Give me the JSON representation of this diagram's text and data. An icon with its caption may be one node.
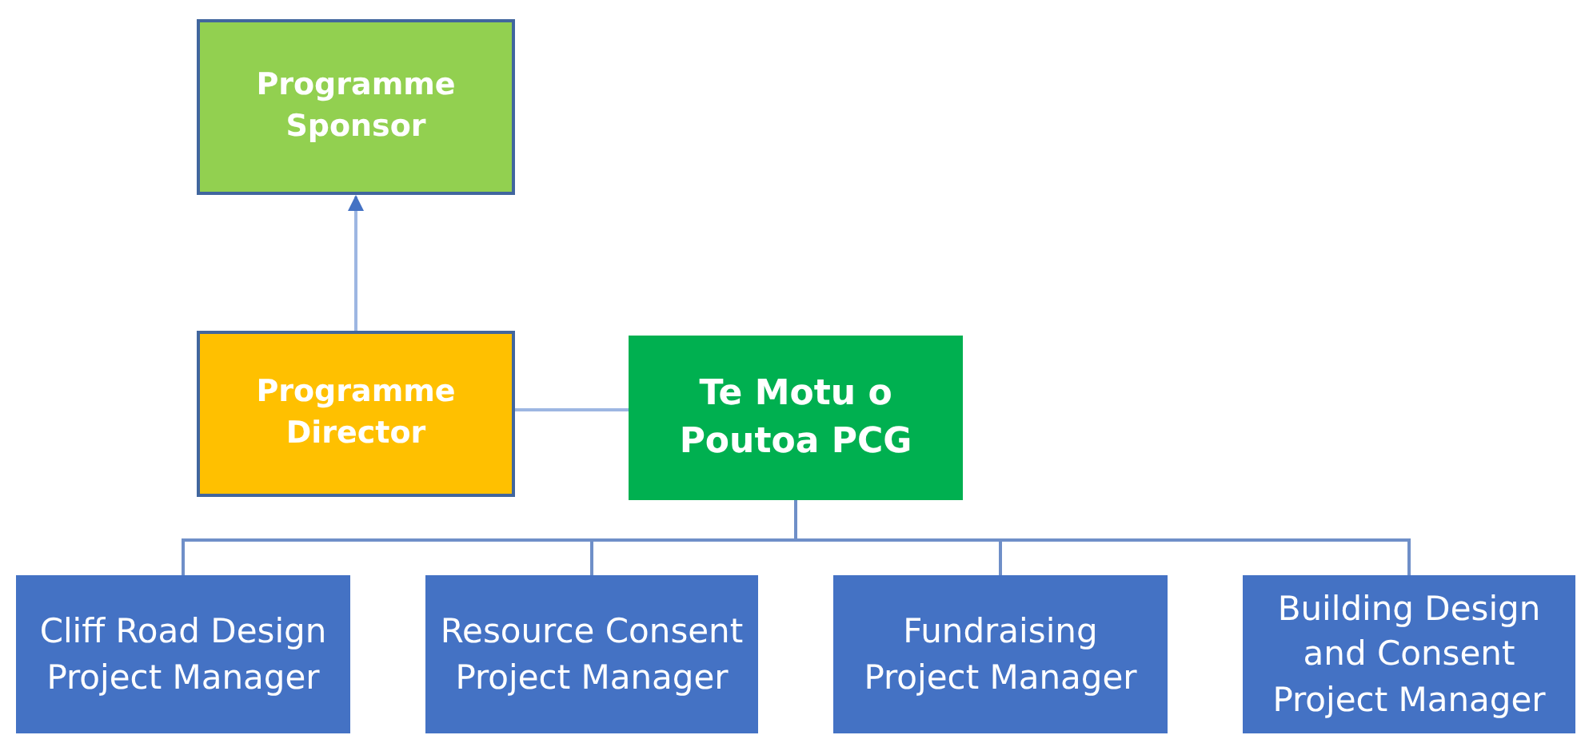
{
  "diagram": {
    "nodes": [
      {
        "text": [
          "Programme Sponsor"
        ]
      },
      {
        "text": [
          "Programme Director"
        ]
      },
      {
        "text": [
          "Te Motu o Poutoa PCG"
        ]
      },
      {
        "text": [
          "Cliff Road Design Project Manager"
        ]
      },
      {
        "text": [
          "Resource Consent Project Manager"
        ]
      },
      {
        "text": [
          "Fundraising Project Manager"
        ]
      },
      {
        "text": [
          "Building Design and Consent Project Manager"
        ]
      }
    ],
    "edges": [
      {
        "from": 1,
        "to": 0,
        "arrow": "to"
      },
      {
        "from": 1,
        "to": 2,
        "arrow": "none"
      },
      {
        "from": 2,
        "to": 3,
        "arrow": "none"
      },
      {
        "from": 2,
        "to": 4,
        "arrow": "none"
      },
      {
        "from": 2,
        "to": 5,
        "arrow": "none"
      },
      {
        "from": 2,
        "to": 6,
        "arrow": "none"
      }
    ]
  }
}
